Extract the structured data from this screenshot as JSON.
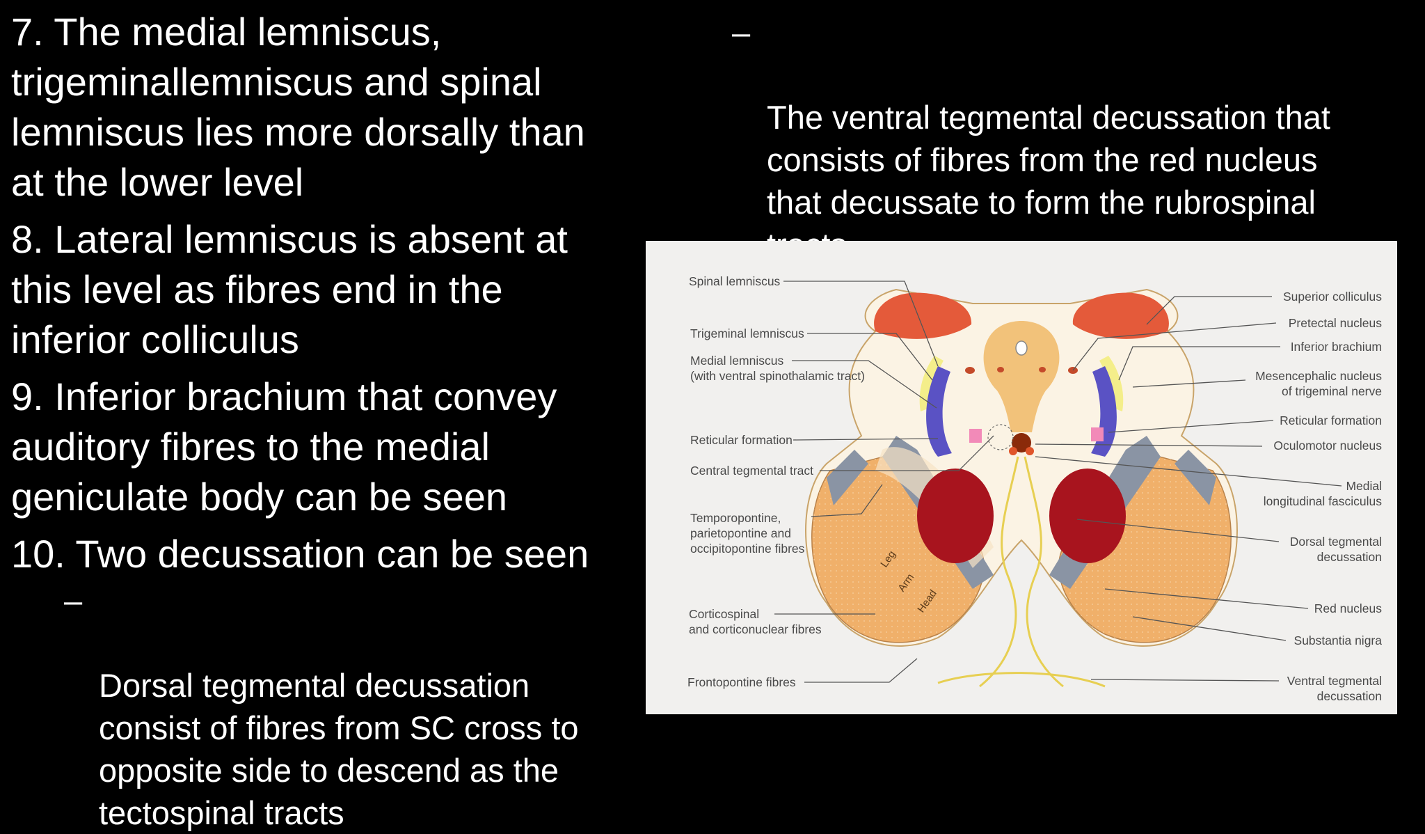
{
  "left_points": [
    {
      "text": "7. The medial lemniscus,\ntrigeminallemniscus and spinal\nlemniscus lies more dorsally than\nat the lower level"
    },
    {
      "text": "8. Lateral lemniscus is absent at\nthis level as fibres end in the\ninferior colliculus"
    },
    {
      "text": "9. Inferior brachium that convey\nauditory fibres to the medial\ngeniculate body can be seen"
    },
    {
      "text": "10. Two decussation can be seen"
    }
  ],
  "sub_points": [
    {
      "dash": "–",
      "text": "Dorsal tegmental decussation\nconsist of fibres from SC cross to\nopposite side to descend as the\ntectospinal tracts"
    },
    {
      "dash": "–",
      "text": "The ventral tegmental decussation that\nconsists of fibres from the red nucleus\nthat decussate to form the rubrospinal\ntracts"
    }
  ],
  "figure": {
    "left_labels": {
      "spinal_lemniscus": "Spinal lemniscus",
      "trigeminal_lemniscus": "Trigeminal lemniscus",
      "medial_lemniscus_1": "Medial lemniscus",
      "medial_lemniscus_2": "(with ventral spinothalamic tract)",
      "reticular_formation": "Reticular formation",
      "central_tegmental_tract": "Central tegmental tract",
      "temporopontine_1": "Temporopontine,",
      "temporopontine_2": "parietopontine and",
      "temporopontine_3": "occipitopontine fibres",
      "corticospinal_1": "Corticospinal",
      "corticospinal_2": "and corticonuclear fibres",
      "frontopontine": "Frontopontine fibres"
    },
    "right_labels": {
      "superior_colliculus": "Superior colliculus",
      "pretectal_nucleus": "Pretectal nucleus",
      "inferior_brachium": "Inferior brachium",
      "mesencephalic_1": "Mesencephalic nucleus",
      "mesencephalic_2": "of trigeminal nerve",
      "reticular_formation": "Reticular formation",
      "oculomotor_nucleus": "Oculomotor nucleus",
      "mlf_1": "Medial",
      "mlf_2": "longitudinal fasciculus",
      "dorsal_teg_1": "Dorsal tegmental",
      "dorsal_teg_2": "decussation",
      "red_nucleus": "Red nucleus",
      "substantia_nigra": "Substantia nigra",
      "ventral_teg_1": "Ventral tegmental",
      "ventral_teg_2": "decussation"
    },
    "band_labels": {
      "leg": "Leg",
      "arm": "Arm",
      "head": "Head"
    },
    "colors": {
      "background": "#f1f0ee",
      "superior_colliculus": "#e45a3a",
      "grey_matter": "#f2c27a",
      "crus": "#f0b06a",
      "red_nucleus": "#a8141e",
      "lemniscus": "#5a52c4",
      "inferior_brachium": "#f4ee8a",
      "tract_grey": "#8a94a4"
    }
  }
}
